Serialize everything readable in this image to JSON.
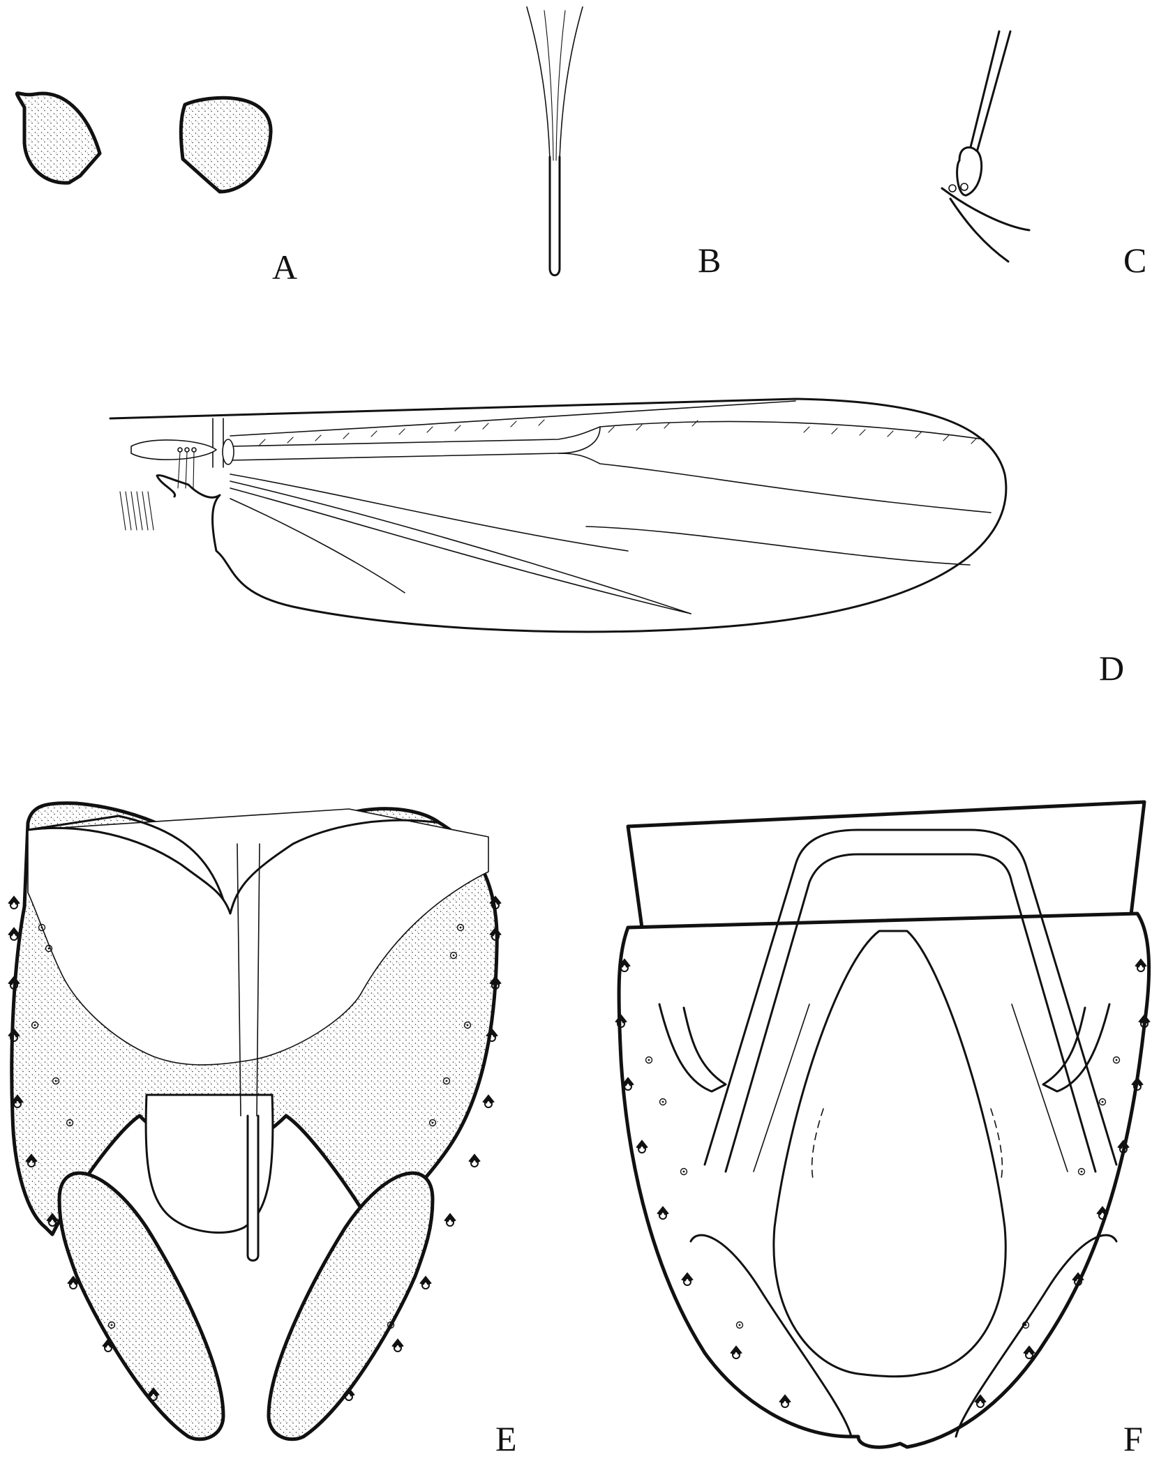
{
  "figure": {
    "panels": [
      {
        "id": "A",
        "label": "A"
      },
      {
        "id": "B",
        "label": "B"
      },
      {
        "id": "C",
        "label": "C"
      },
      {
        "id": "D",
        "label": "D"
      },
      {
        "id": "E",
        "label": "E"
      },
      {
        "id": "F",
        "label": "F"
      }
    ]
  }
}
